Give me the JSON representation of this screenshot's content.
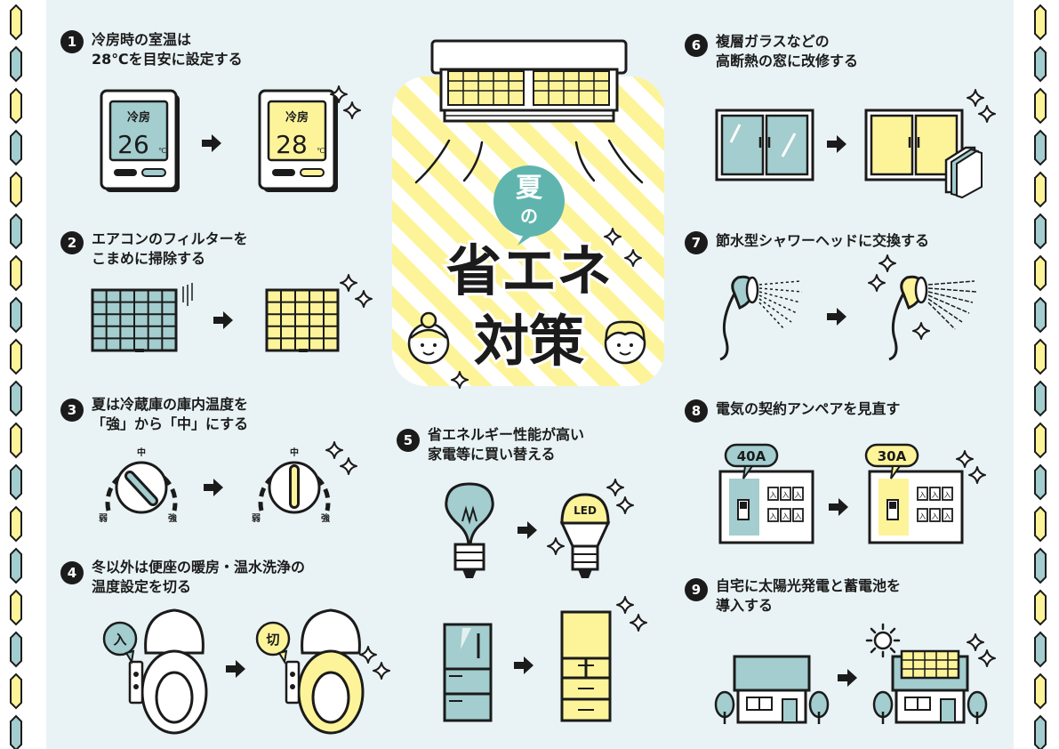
{
  "colors": {
    "teal": "#a3cdce",
    "yellow": "#fdf49a",
    "ink": "#1b1b1b",
    "background": "#e9f3f5",
    "accent_teal": "#5fb5ae"
  },
  "center": {
    "badge": "夏",
    "badge_sub": "の",
    "title_line1": "省エネ",
    "title_line2": "対策"
  },
  "items": [
    {
      "number": "1",
      "title": "冷房時の室温は\n28℃を目安に設定する",
      "before_label": "冷房",
      "before_temp": "26",
      "after_label": "冷房",
      "after_temp": "28",
      "unit": "℃"
    },
    {
      "number": "2",
      "title": "エアコンのフィルターを\nこまめに掃除する"
    },
    {
      "number": "3",
      "title": "夏は冷蔵庫の庫内温度を\n「強」から「中」にする",
      "dial_mid": "中",
      "dial_weak": "弱",
      "dial_strong": "強"
    },
    {
      "number": "4",
      "title": "冬以外は便座の暖房・温水洗浄の\n温度設定を切る",
      "before_bubble": "入",
      "after_bubble": "切"
    },
    {
      "number": "5",
      "title": "省エネルギー性能が高い\n家電等に買い替える",
      "led_label": "LED"
    },
    {
      "number": "6",
      "title": "複層ガラスなどの\n高断熱の窓に改修する"
    },
    {
      "number": "7",
      "title": "節水型シャワーヘッドに交換する"
    },
    {
      "number": "8",
      "title": "電気の契約アンペアを見直す",
      "before_amp": "40A",
      "after_amp": "30A",
      "switch_label": "入"
    },
    {
      "number": "9",
      "title": "自宅に太陽光発電と蓄電池を\n導入する"
    }
  ],
  "icons": [
    "arrow-icon",
    "sparkle-icon",
    "thermostat-icon",
    "air-conditioner-icon",
    "filter-icon",
    "dial-icon",
    "toilet-icon",
    "bulb-icon",
    "led-bulb-icon",
    "fridge-icon",
    "window-icon",
    "shower-icon",
    "breaker-icon",
    "house-icon",
    "solar-panel-icon",
    "sun-icon",
    "family-icon"
  ]
}
